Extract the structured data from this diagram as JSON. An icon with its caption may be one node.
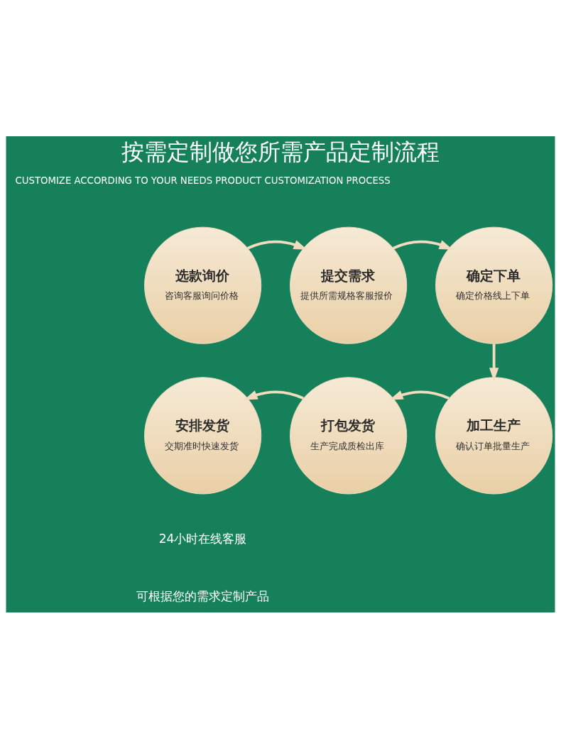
{
  "diagram": {
    "title": "按需定制做您所需产品定制流程",
    "nodes": [
      {
        "text": [
          "选款询价",
          "咨询客服询问价格"
        ]
      },
      {
        "text": [
          "提交需求",
          "提供所需规格客服报价"
        ]
      },
      {
        "text": [
          "确定下单",
          "确定价格线上下单"
        ]
      },
      {
        "text": [
          "安排发货",
          "交期准时快速发货"
        ]
      },
      {
        "text": [
          "打包发货",
          "生产完成质检出库"
        ]
      },
      {
        "text": [
          "加工生产",
          "确认订单批量生产"
        ]
      }
    ],
    "edges": [
      {
        "from": 0,
        "to": 1,
        "arrow": "to"
      },
      {
        "from": 1,
        "to": 2,
        "arrow": "to"
      },
      {
        "from": 2,
        "to": 5,
        "arrow": "to"
      },
      {
        "from": 5,
        "to": 4,
        "arrow": "to"
      },
      {
        "from": 4,
        "to": 3,
        "arrow": "to"
      }
    ],
    "labels": [
      "CUSTOMIZE ACCORDING TO YOUR NEEDS PRODUCT CUSTOMIZATION PROCESS",
      "24小时在线客服",
      "可根据您的需求定制产品"
    ]
  }
}
